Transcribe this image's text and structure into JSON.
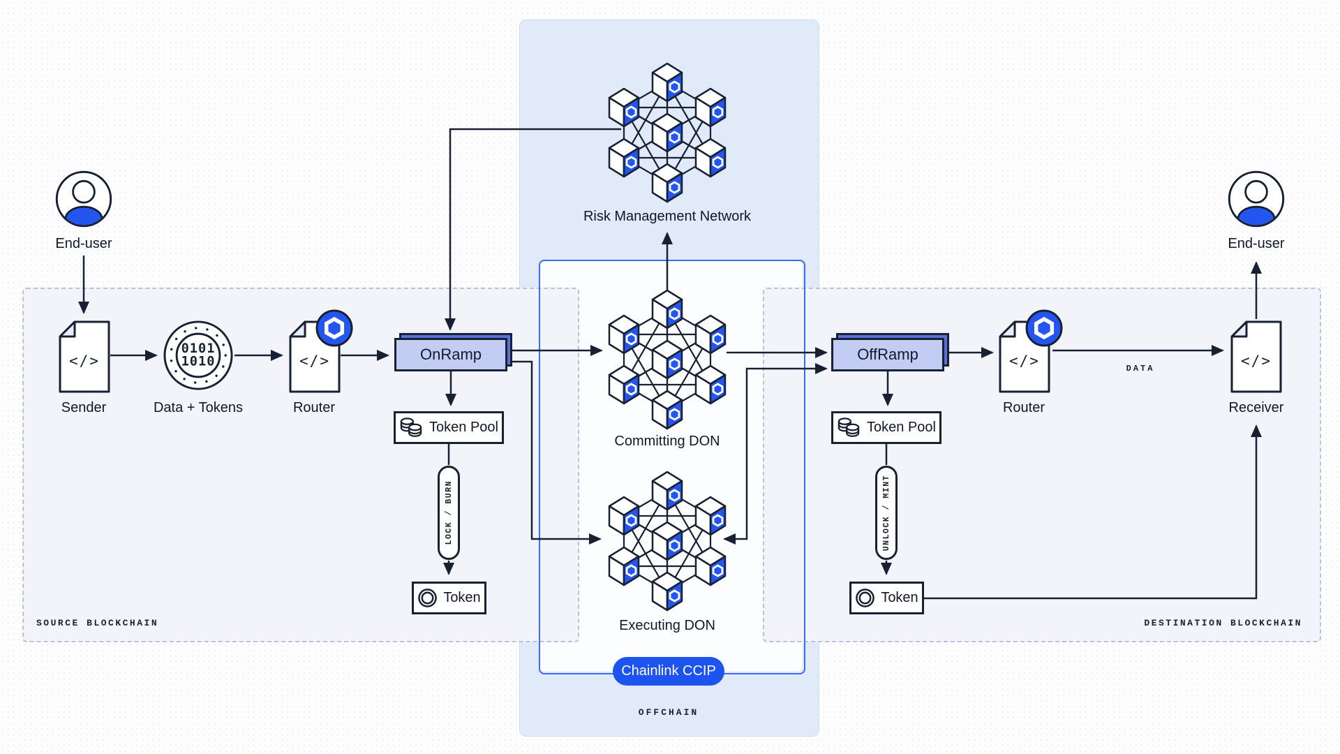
{
  "colors": {
    "accent_blue": "#2355f0",
    "badge_blue": "#1d53ee",
    "line_dark": "#182132",
    "ramp_front": "#c3cdf4",
    "ramp_back": "#5b70d8",
    "offchain_panel": "#e1eaf8",
    "ccip_border": "#3a6bf0"
  },
  "glyphs": {
    "code": "</>",
    "binary_line1": "0101",
    "binary_line2": "1010"
  },
  "source": {
    "region": "SOURCE BLOCKCHAIN",
    "end_user": "End-user",
    "sender": "Sender",
    "data_tokens": "Data + Tokens",
    "router": "Router",
    "onramp": "OnRamp",
    "token_pool": "Token Pool",
    "pill": "LOCK / BURN",
    "token": "Token"
  },
  "offchain": {
    "region": "OFFCHAIN",
    "rmn": "Risk Management Network",
    "committing": "Committing DON",
    "executing": "Executing DON",
    "badge": "Chainlink CCIP"
  },
  "destination": {
    "region": "DESTINATION BLOCKCHAIN",
    "offramp": "OffRamp",
    "token_pool": "Token Pool",
    "pill": "UNLOCK / MINT",
    "token": "Token",
    "router": "Router",
    "receiver": "Receiver",
    "end_user": "End-user",
    "data_flow": "DATA"
  }
}
